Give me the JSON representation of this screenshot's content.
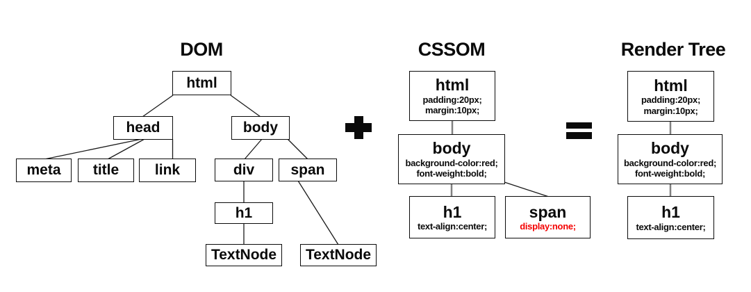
{
  "titles": {
    "dom": "DOM",
    "cssom": "CSSOM",
    "render_tree": "Render Tree"
  },
  "operators": {
    "plus": "+",
    "equals": "="
  },
  "dom": {
    "nodes": {
      "html": "html",
      "head": "head",
      "body": "body",
      "meta": "meta",
      "title": "title",
      "link": "link",
      "div": "div",
      "span": "span",
      "h1": "h1",
      "textnode_div": "TextNode",
      "textnode_span": "TextNode"
    }
  },
  "cssom": {
    "nodes": {
      "html": {
        "tag": "html",
        "rules": [
          "padding:20px;",
          "margin:10px;"
        ]
      },
      "body": {
        "tag": "body",
        "rules": [
          "background-color:red;",
          "font-weight:bold;"
        ]
      },
      "h1": {
        "tag": "h1",
        "rules": [
          "text-align:center;"
        ]
      },
      "span": {
        "tag": "span",
        "rules": [
          "display:none;"
        ]
      }
    }
  },
  "render_tree": {
    "nodes": {
      "html": {
        "tag": "html",
        "rules": [
          "padding:20px;",
          "margin:10px;"
        ]
      },
      "body": {
        "tag": "body",
        "rules": [
          "background-color:red;",
          "font-weight:bold;"
        ]
      },
      "h1": {
        "tag": "h1",
        "rules": [
          "text-align:center;"
        ]
      }
    }
  },
  "colors": {
    "box_border": "#0a0a0a",
    "edge_black": "#1a1a1a",
    "edge_gray": "#808080",
    "highlight_red": "#f40000",
    "background": "#ffffff"
  }
}
